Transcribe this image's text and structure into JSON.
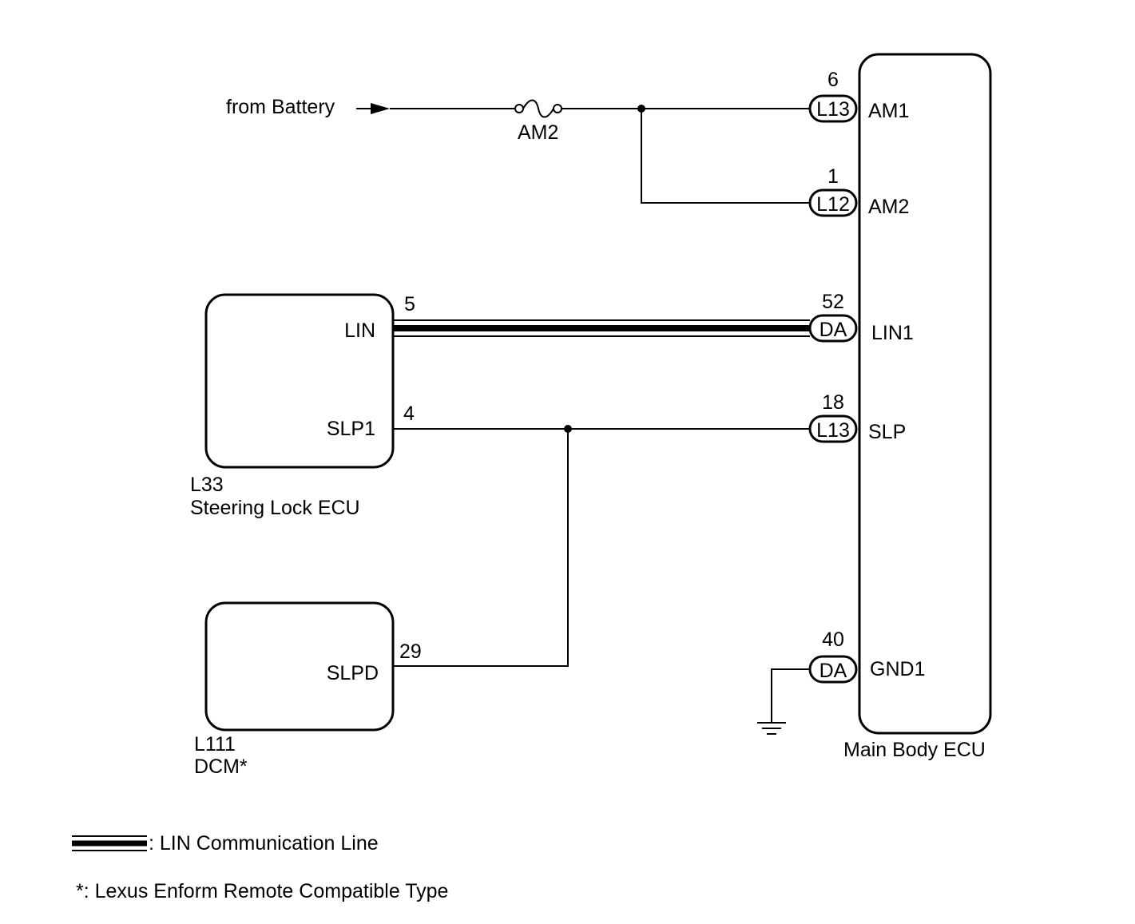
{
  "battery": {
    "label": "from Battery"
  },
  "fuse": {
    "label": "AM2"
  },
  "main_ecu": {
    "name": "Main Body ECU",
    "pins": [
      {
        "number": "6",
        "connector": "L13",
        "terminal": "AM1"
      },
      {
        "number": "1",
        "connector": "L12",
        "terminal": "AM2"
      },
      {
        "number": "52",
        "connector": "DA",
        "terminal": "LIN1"
      },
      {
        "number": "18",
        "connector": "L13",
        "terminal": "SLP"
      },
      {
        "number": "40",
        "connector": "DA",
        "terminal": "GND1"
      }
    ]
  },
  "steering_ecu": {
    "code": "L33",
    "name": "Steering Lock ECU",
    "pins": [
      {
        "number": "5",
        "terminal": "LIN"
      },
      {
        "number": "4",
        "terminal": "SLP1"
      }
    ]
  },
  "dcm": {
    "code": "L111",
    "name": "DCM*",
    "pins": [
      {
        "number": "29",
        "terminal": "SLPD"
      }
    ]
  },
  "legend": {
    "lin_line": ": LIN Communication Line",
    "footnote": "*: Lexus Enform Remote Compatible Type"
  }
}
